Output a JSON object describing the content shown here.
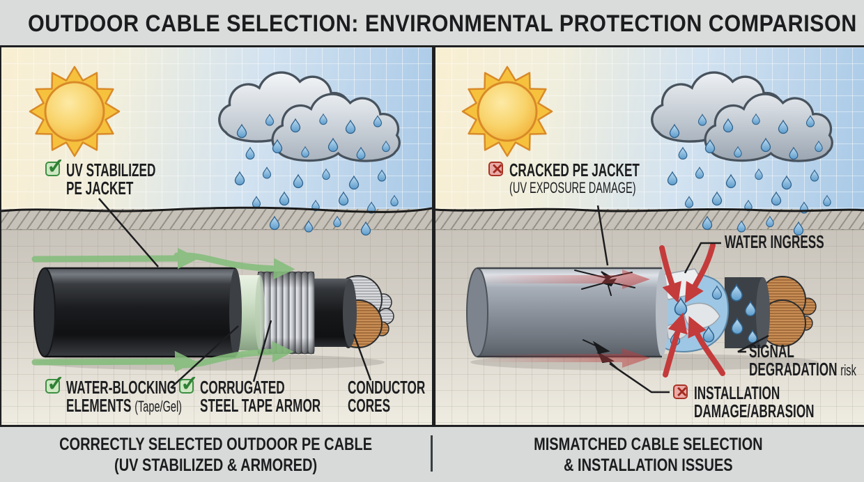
{
  "header": {
    "title": "OUTDOOR CABLE SELECTION: ENVIRONMENTAL PROTECTION COMPARISON"
  },
  "icons": {
    "check": "✓",
    "cross": "✕"
  },
  "colors": {
    "good_green": "#3d8f42",
    "bad_red": "#a93226",
    "water_blue": "#8ec4e8",
    "flow_arrow_green": "#85bd7c",
    "ingress_arrow_red": "#c43b3b",
    "sun_yellow": "#f6c23e",
    "cloud_gray": "#c2cad3",
    "jacket_black": "#1b1c1f",
    "jacket_gray": "#878e98",
    "copper": "#c98f57",
    "steel": "#d9dbde"
  },
  "left": {
    "labels": {
      "uv": {
        "l1": "UV STABILIZED",
        "l2": "PE JACKET"
      },
      "wb": {
        "l1": "WATER-BLOCKING",
        "l2": "ELEMENTS",
        "note": "(Tape/Gel)"
      },
      "armor": {
        "l1": "CORRUGATED",
        "l2": "STEEL TAPE ARMOR"
      },
      "cores": {
        "l1": "CONDUCTOR",
        "l2": "CORES"
      }
    },
    "caption": {
      "l1": "CORRECTLY SELECTED OUTDOOR PE CABLE",
      "l2": "(UV STABILIZED & ARMORED)"
    }
  },
  "right": {
    "labels": {
      "cracked": {
        "l1": "CRACKED PE JACKET",
        "note": "(UV EXPOSURE DAMAGE)"
      },
      "ingress": {
        "l1": "WATER INGRESS"
      },
      "signal": {
        "l1": "SIGNAL",
        "l2": "DEGRADATION",
        "suffix": "risk"
      },
      "damage": {
        "l1": "INSTALLATION",
        "l2": "DAMAGE/ABRASION"
      }
    },
    "caption": {
      "l1": "MISMATCHED CABLE SELECTION",
      "l2": "& INSTALLATION ISSUES"
    }
  }
}
